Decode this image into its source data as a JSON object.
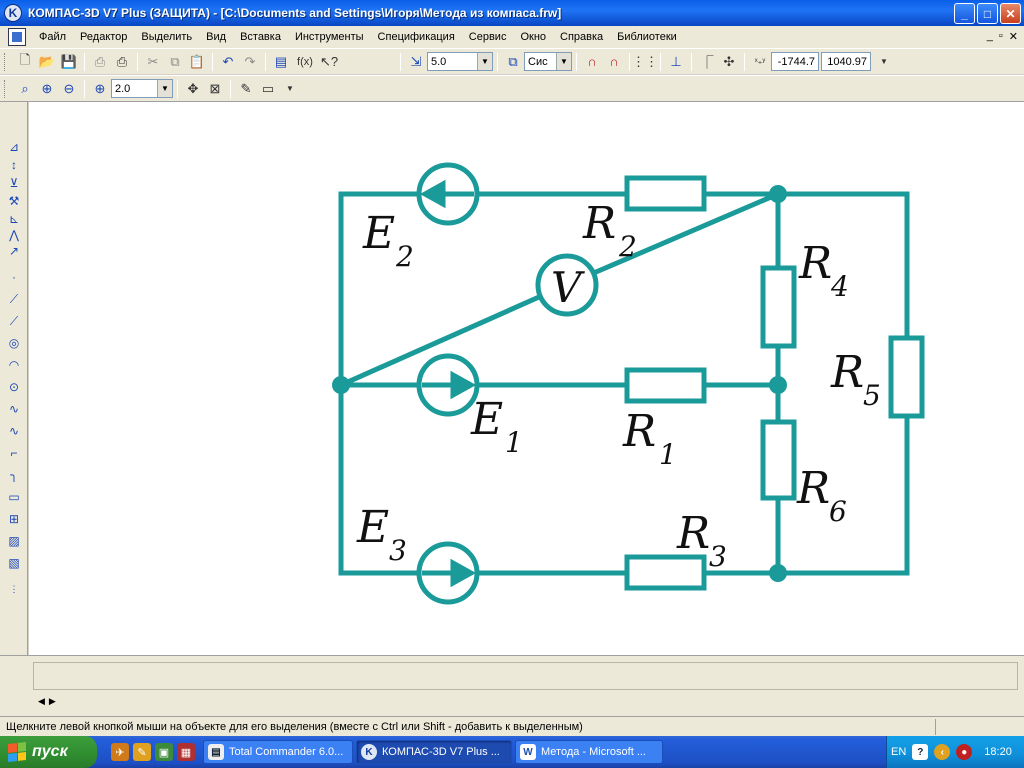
{
  "window": {
    "title": "КОМПАС-3D V7 Plus (ЗАЩИТА) - [C:\\Documents and Settings\\Игоря\\Метода из компаса.frw]",
    "buttons": {
      "minimize": "_",
      "maximize": "□",
      "close": "✕"
    }
  },
  "menu": {
    "items": [
      "Файл",
      "Редактор",
      "Выделить",
      "Вид",
      "Вставка",
      "Инструменты",
      "Спецификация",
      "Сервис",
      "Окно",
      "Справка",
      "Библиотеки"
    ],
    "mdi_buttons": [
      "_",
      "▫",
      "✕"
    ]
  },
  "toolbar1": {
    "step_value": "5.0",
    "layer_value": "Сис",
    "x_coord": "-1744.7",
    "y_coord": "1040.97",
    "fx_label": "f(x)"
  },
  "toolbar2": {
    "zoom_value": "2.0"
  },
  "diagram": {
    "stroke_color": "#1a9a98",
    "labels": {
      "E2": "E",
      "E2_sub": "2",
      "R2": "R",
      "R2_sub": "2",
      "V": "V",
      "R4": "R",
      "R4_sub": "4",
      "E1": "E",
      "E1_sub": "1",
      "R1": "R",
      "R1_sub": "1",
      "R5": "R",
      "R5_sub": "5",
      "R6": "R",
      "R6_sub": "6",
      "E3": "E",
      "E3_sub": "3",
      "R3": "R",
      "R3_sub": "3"
    }
  },
  "status": {
    "text": "Щелкните левой кнопкой мыши на объекте для его выделения (вместе с Ctrl или Shift - добавить к выделенным)"
  },
  "taskbar": {
    "start_label": "пуск",
    "tasks": [
      "Total Commander 6.0...",
      "КОМПАС-3D V7 Plus ...",
      "Метода - Microsoft ..."
    ],
    "language": "EN",
    "clock": "18:20"
  }
}
